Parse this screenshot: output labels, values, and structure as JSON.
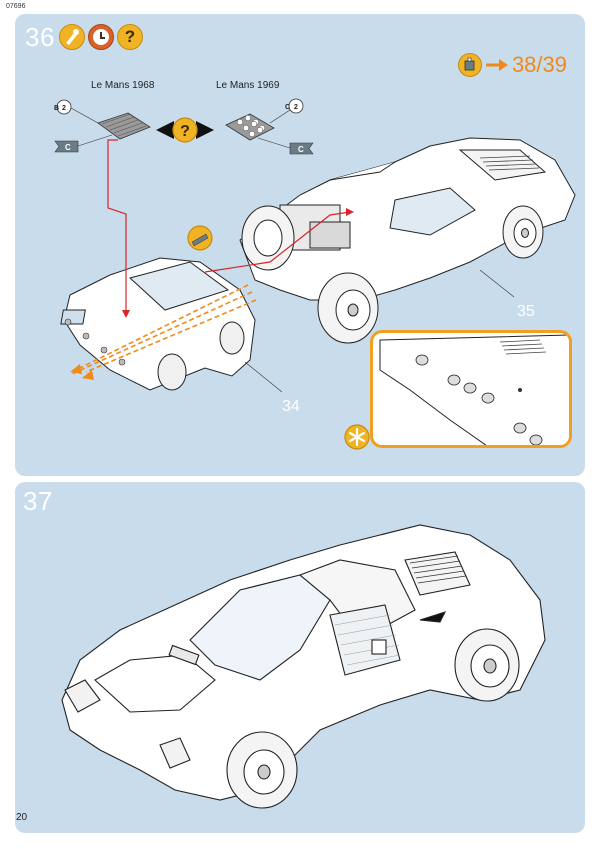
{
  "document_number": "07696",
  "page_number": "20",
  "step36": {
    "number": "36",
    "reference": "38/39",
    "version_left": "Le Mans 1968",
    "version_right": "Le Mans 1969",
    "left_part_letter": "B",
    "left_part_qty": "2",
    "right_part_letter": "C",
    "right_part_qty": "2",
    "sprue_tag": "C",
    "part_body": "34",
    "part_chassis": "35",
    "q_symbol": "?"
  },
  "step37": {
    "number": "37"
  },
  "colors": {
    "panel": "#c9dcec",
    "accent_orange": "#ef8a1a",
    "accent_yellow": "#f0b323",
    "arrow_red": "#d8242a"
  },
  "icons": [
    "paint-icon",
    "clock-icon",
    "question-icon",
    "glue-icon",
    "asterisk-icon"
  ]
}
